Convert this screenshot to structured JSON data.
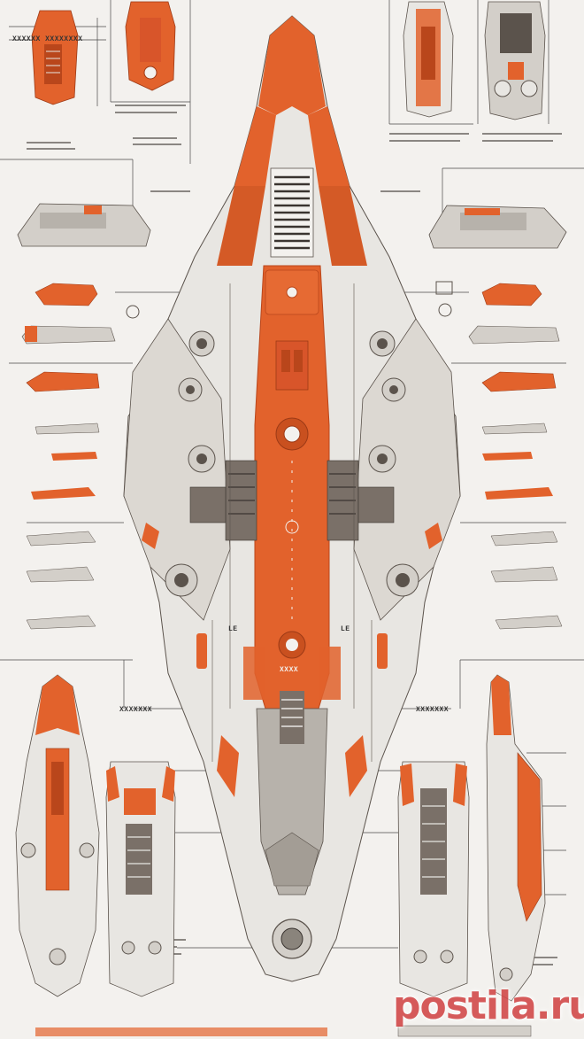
{
  "palette": {
    "background": "#f3f1ee",
    "hull_orange": "#e2622c",
    "hull_orange_dark": "#b9461b",
    "hull_white": "#e8e6e2",
    "hull_grey": "#b7b2ab",
    "panel_dark": "#5b534c",
    "line": "#4a4a4a"
  },
  "labels": {
    "top_left_title": "XXXXXX XXXXXXXX",
    "left_mid": "XXXXXXX",
    "right_mid": "XXXXXXX",
    "hull_left": "LE",
    "hull_right": "LE",
    "hull_orange_code": "XXXX"
  },
  "watermark": "postila.ru"
}
